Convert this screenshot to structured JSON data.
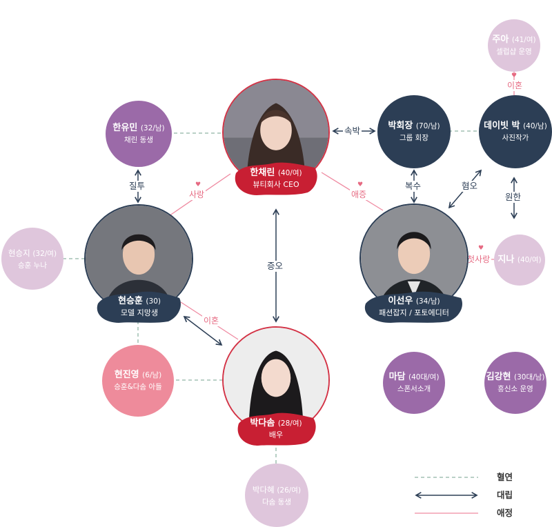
{
  "colors": {
    "navy": "#2c3e55",
    "purple": "#9b6aa8",
    "lavender": "#dfc6dc",
    "pink": "#ee8b9b",
    "kin_line": "#8fb5a4",
    "love_line": "#ef8aa1",
    "red": "#c81f33"
  },
  "people": {
    "jua": {
      "name": "주아",
      "meta": "(41/여)",
      "role": "셀럽샵 운영"
    },
    "yumin": {
      "name": "한유민",
      "meta": "(32/남)",
      "role": "채린 동생"
    },
    "chaerin": {
      "name": "한채린",
      "meta": "(40/여)",
      "role": "뷰티회사 CEO"
    },
    "chairman": {
      "name": "박회장",
      "meta": "(70/남)",
      "role": "그룹 회장"
    },
    "david": {
      "name": "데이빗 박",
      "meta": "(40/남)",
      "role": "사진작가"
    },
    "seungji": {
      "name": "현승지",
      "meta": "(32/여)",
      "role": "승훈 누나"
    },
    "seunghoon": {
      "name": "현승훈",
      "meta": "(30)",
      "role": "모델 지망생"
    },
    "sunwoo": {
      "name": "이선우",
      "meta": "(34/남)",
      "role": "패션잡지 / 포토에디터"
    },
    "jina": {
      "name": "지나",
      "meta": "(40/여)",
      "role": ""
    },
    "jinyoung": {
      "name": "현진영",
      "meta": "(6/남)",
      "role": "승훈&다솜 아들"
    },
    "dasom": {
      "name": "박다솜",
      "meta": "(28/여)",
      "role": "배우"
    },
    "madam": {
      "name": "마담",
      "meta": "(40대/여)",
      "role": "스폰서소개"
    },
    "ganghyun": {
      "name": "김강현",
      "meta": "(30대/남)",
      "role": "흥신소 운영"
    },
    "dahye": {
      "name": "박다혜",
      "meta": "(26/여)",
      "role": "다솜 동생"
    }
  },
  "relations": {
    "divorce_top": "이혼",
    "bondage": "속박",
    "jealousy": "질투",
    "love": "사랑",
    "love_hate": "애증",
    "revenge": "복수",
    "disgust": "혐오",
    "grudge": "원한",
    "first_love": "첫사랑",
    "hatred": "증오",
    "divorce": "이혼"
  },
  "legend": {
    "kin": "혈연",
    "conflict": "대립",
    "affection": "애정"
  }
}
